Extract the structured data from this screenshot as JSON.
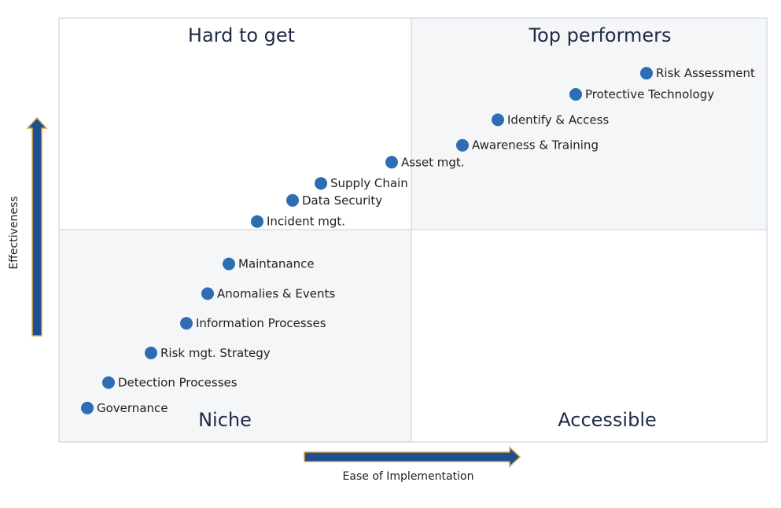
{
  "chart_data": {
    "type": "scatter",
    "xlabel": "Ease of Implementation",
    "ylabel": "Effectiveness",
    "xlim": [
      0,
      10
    ],
    "ylim": [
      0,
      10
    ],
    "grid": false,
    "quadrants": {
      "top_left": "Hard to get",
      "top_right": "Top performers",
      "bottom_left": "Niche",
      "bottom_right": "Accessible"
    },
    "colors": {
      "point": "#2e6db4",
      "arrow": "#1f4f8f",
      "arrow_border": "#d6a94c",
      "quadrant_shade": "#f5f6f8",
      "divider": "#c7cede"
    },
    "points": [
      {
        "label": "Risk Assessment",
        "x": 8.3,
        "y": 8.7
      },
      {
        "label": "Protective Technology",
        "x": 7.3,
        "y": 8.2
      },
      {
        "label": "Identify & Access",
        "x": 6.2,
        "y": 7.6
      },
      {
        "label": "Awareness & Training",
        "x": 5.7,
        "y": 7.0
      },
      {
        "label": "Asset mgt.",
        "x": 4.7,
        "y": 6.6
      },
      {
        "label": "Supply Chain",
        "x": 3.7,
        "y": 6.1
      },
      {
        "label": "Data Security",
        "x": 3.3,
        "y": 5.7
      },
      {
        "label": "Incident mgt.",
        "x": 2.8,
        "y": 5.2
      },
      {
        "label": "Maintanance",
        "x": 2.4,
        "y": 4.2
      },
      {
        "label": "Anomalies & Events",
        "x": 2.1,
        "y": 3.5
      },
      {
        "label": "Information Processes",
        "x": 1.8,
        "y": 2.8
      },
      {
        "label": "Risk mgt. Strategy",
        "x": 1.3,
        "y": 2.1
      },
      {
        "label": "Detection Processes",
        "x": 0.7,
        "y": 1.4
      },
      {
        "label": "Governance",
        "x": 0.4,
        "y": 0.8
      }
    ]
  }
}
